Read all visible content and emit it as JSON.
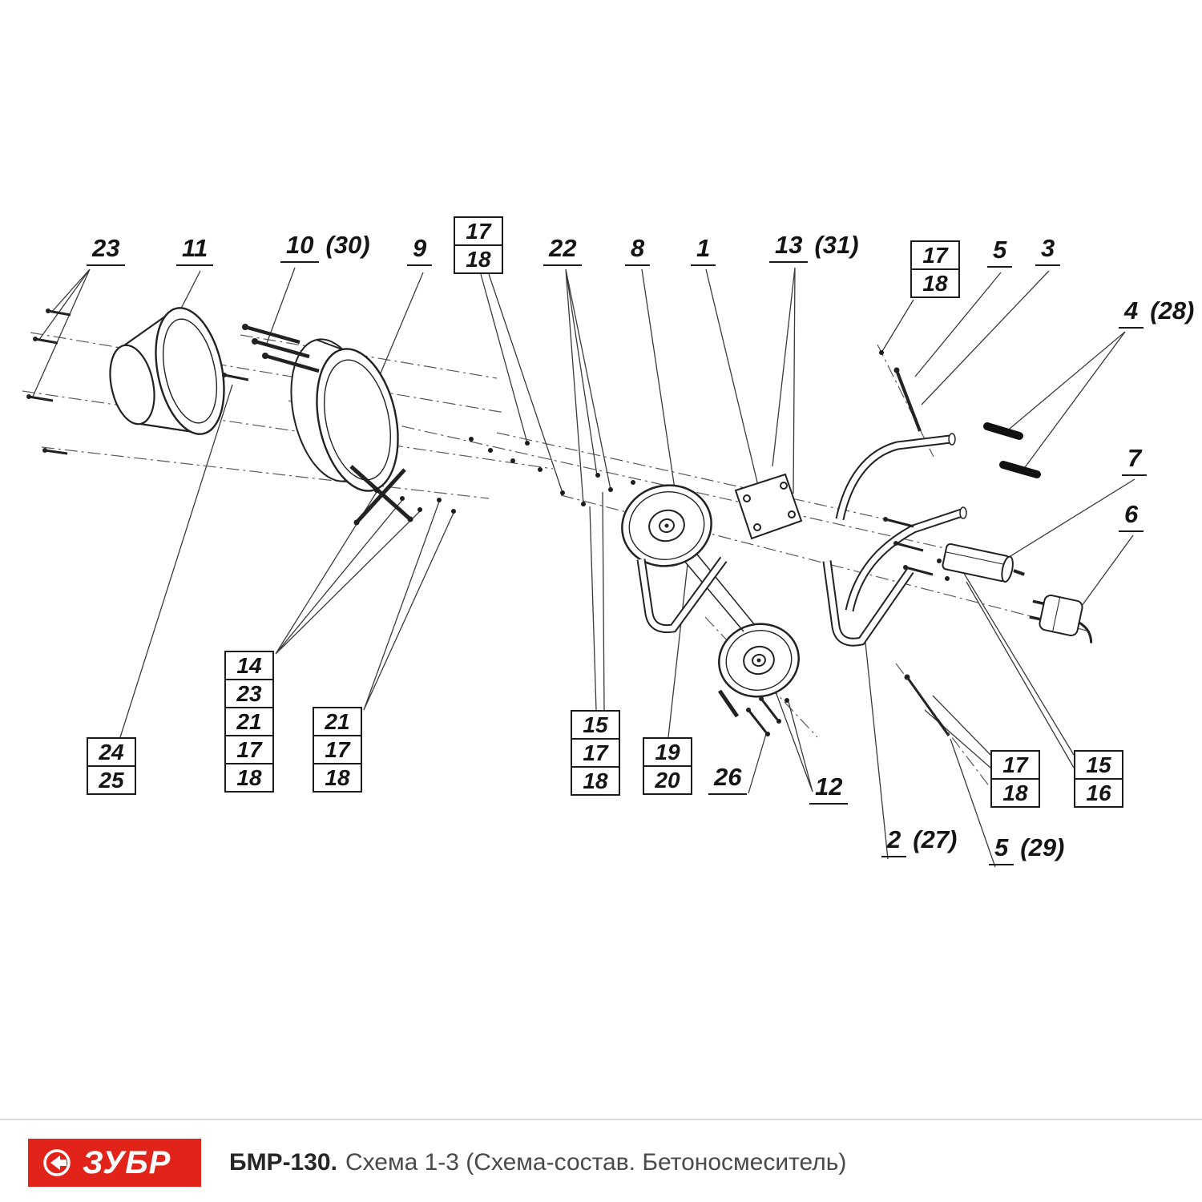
{
  "diagram": {
    "callouts": {
      "c23": "23",
      "c11": "11",
      "c10_num": "10",
      "c10_ref": "(30)",
      "c9": "9",
      "c22": "22",
      "c8": "8",
      "c1": "1",
      "c13_num": "13",
      "c13_ref": "(31)",
      "c5": "5",
      "c3": "3",
      "c4_num": "4",
      "c4_ref": "(28)",
      "c7": "7",
      "c6": "6",
      "c26": "26",
      "c12": "12",
      "c2_num": "2",
      "c2_ref": "(27)",
      "c5b_num": "5",
      "c5b_ref": "(29)"
    },
    "stacks": {
      "top_17_18": [
        "17",
        "18"
      ],
      "right_17_18": [
        "17",
        "18"
      ],
      "left_24_25": [
        "24",
        "25"
      ],
      "mid_14": [
        "14",
        "23",
        "21",
        "17",
        "18"
      ],
      "mid_21": [
        "21",
        "17",
        "18"
      ],
      "mid_15": [
        "15",
        "17",
        "18"
      ],
      "mid_19_20": [
        "19",
        "20"
      ],
      "bot_17_18": [
        "17",
        "18"
      ],
      "bot_15_16": [
        "15",
        "16"
      ]
    }
  },
  "footer": {
    "brand": "ЗУБР",
    "model": "БМР-130.",
    "subtitle": "Схема 1-3 (Схема-состав. Бетоносмеситель)"
  },
  "colors": {
    "brand_red": "#e2231a"
  }
}
